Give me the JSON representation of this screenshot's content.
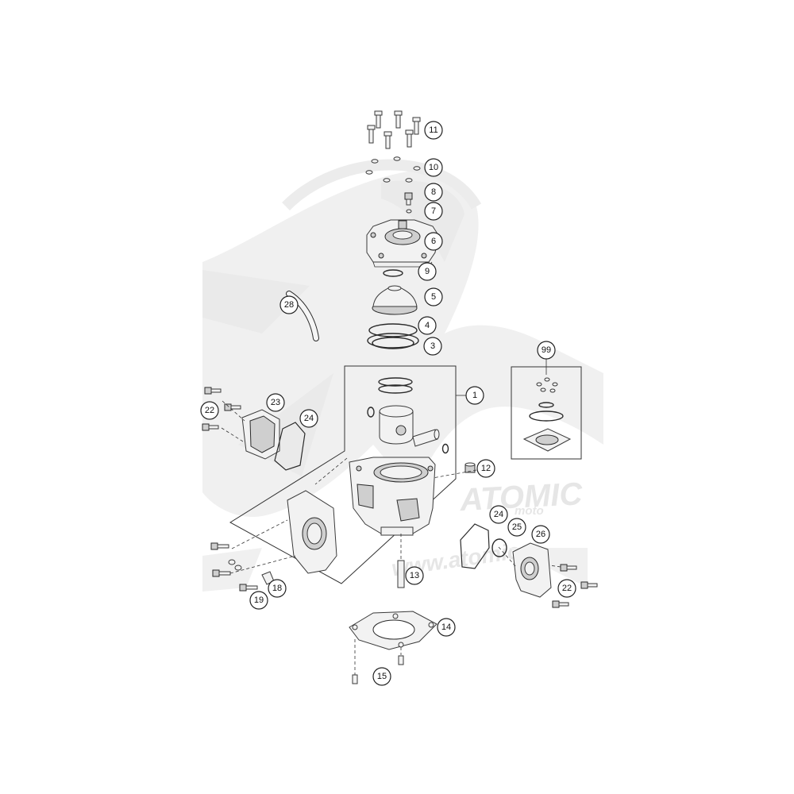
{
  "watermark": {
    "brand": "ATOMIC",
    "sub": "moto",
    "url": "www.atomic",
    "color": "#e9e9e9",
    "accent": "#eeeeee"
  },
  "callouts": [
    {
      "id": "c11",
      "label": "11"
    },
    {
      "id": "c10",
      "label": "10"
    },
    {
      "id": "c8",
      "label": "8"
    },
    {
      "id": "c7",
      "label": "7"
    },
    {
      "id": "c6",
      "label": "6"
    },
    {
      "id": "c9",
      "label": "9"
    },
    {
      "id": "c5",
      "label": "5"
    },
    {
      "id": "c28",
      "label": "28"
    },
    {
      "id": "c4",
      "label": "4"
    },
    {
      "id": "c3",
      "label": "3"
    },
    {
      "id": "c99",
      "label": "99"
    },
    {
      "id": "c1",
      "label": "1"
    },
    {
      "id": "c23",
      "label": "23"
    },
    {
      "id": "c22a",
      "label": "22"
    },
    {
      "id": "c24a",
      "label": "24"
    },
    {
      "id": "c12",
      "label": "12"
    },
    {
      "id": "c24b",
      "label": "24"
    },
    {
      "id": "c25",
      "label": "25"
    },
    {
      "id": "c26",
      "label": "26"
    },
    {
      "id": "c13",
      "label": "13"
    },
    {
      "id": "c22b",
      "label": "22"
    },
    {
      "id": "c18",
      "label": "18"
    },
    {
      "id": "c19",
      "label": "19"
    },
    {
      "id": "c14",
      "label": "14"
    },
    {
      "id": "c15",
      "label": "15"
    }
  ]
}
